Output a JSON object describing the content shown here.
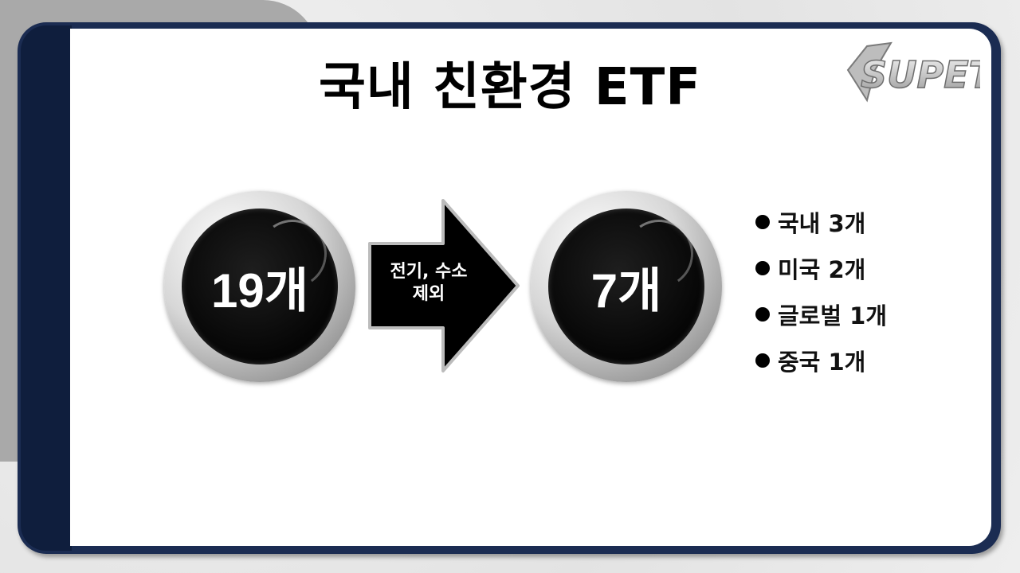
{
  "slide": {
    "title": "국내 친환경 ETF",
    "logo_text": "SUPETV"
  },
  "flow": {
    "from_count": "19개",
    "arrow_label_line1": "전기, 수소",
    "arrow_label_line2": "제외",
    "to_count": "7개"
  },
  "breakdown": [
    "국내 3개",
    "미국 2개",
    "글로벌 1개",
    "중국 1개"
  ],
  "colors": {
    "frame": "#1b2c52",
    "frame_dark": "#0f1e3d",
    "panel": "#ffffff",
    "text": "#000000"
  },
  "icons": [
    "superman-style-logo",
    "bullet-dot-icon",
    "right-arrow-icon"
  ]
}
